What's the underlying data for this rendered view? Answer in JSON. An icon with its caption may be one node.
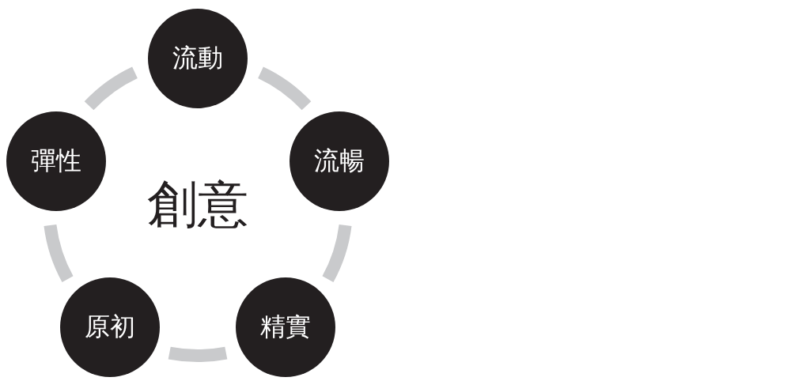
{
  "diagram": {
    "nodes": [
      {
        "text": [
          "流動"
        ]
      },
      {
        "text": [
          "流暢"
        ]
      },
      {
        "text": [
          "精實"
        ]
      },
      {
        "text": [
          "原初"
        ]
      },
      {
        "text": [
          "彈性"
        ]
      }
    ],
    "edges": [
      {
        "from": 0,
        "to": 1,
        "arrow": "none"
      },
      {
        "from": 1,
        "to": 2,
        "arrow": "none"
      },
      {
        "from": 2,
        "to": 3,
        "arrow": "none"
      },
      {
        "from": 3,
        "to": 4,
        "arrow": "none"
      },
      {
        "from": 4,
        "to": 0,
        "arrow": "none"
      }
    ],
    "labels": [
      "創意"
    ]
  }
}
